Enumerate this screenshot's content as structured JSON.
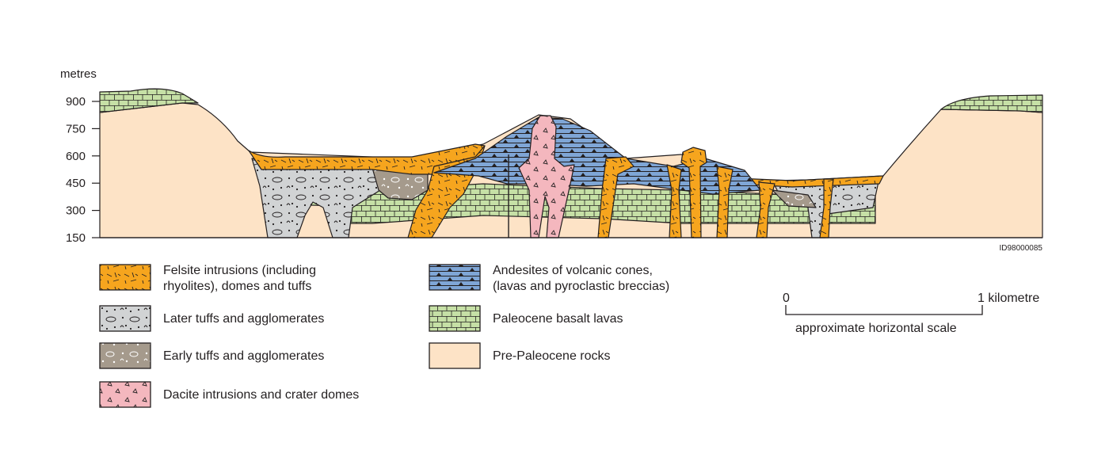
{
  "axis": {
    "title": "metres",
    "ticks": [
      900,
      750,
      600,
      450,
      300,
      150
    ]
  },
  "figure_id": "ID98000085",
  "colors": {
    "felsite": "#f6a51e",
    "later_tuffs": "#d1d3d4",
    "early_tuffs": "#a59a8c",
    "dacite": "#f4b7be",
    "andesite": "#7fa6d6",
    "basalt": "#c6e0a6",
    "pre_paleocene": "#fde3c6",
    "line": "#231f20"
  },
  "legend": [
    {
      "key": "felsite",
      "lines": [
        "Felsite intrusions (including",
        "rhyolites), domes and tuffs"
      ]
    },
    {
      "key": "later_tuffs",
      "lines": [
        "Later tuffs and agglomerates"
      ]
    },
    {
      "key": "early_tuffs",
      "lines": [
        "Early tuffs and agglomerates"
      ]
    },
    {
      "key": "dacite",
      "lines": [
        "Dacite intrusions and crater domes"
      ]
    },
    {
      "key": "andesite",
      "lines": [
        "Andesites of volcanic cones,",
        "(lavas and pyroclastic breccias)"
      ]
    },
    {
      "key": "basalt",
      "lines": [
        "Paleocene basalt lavas"
      ]
    },
    {
      "key": "pre_paleocene",
      "lines": [
        "Pre-Paleocene rocks"
      ]
    }
  ],
  "scale": {
    "start_label": "0",
    "end_label": "1 kilometre",
    "caption": "approximate horizontal scale"
  }
}
